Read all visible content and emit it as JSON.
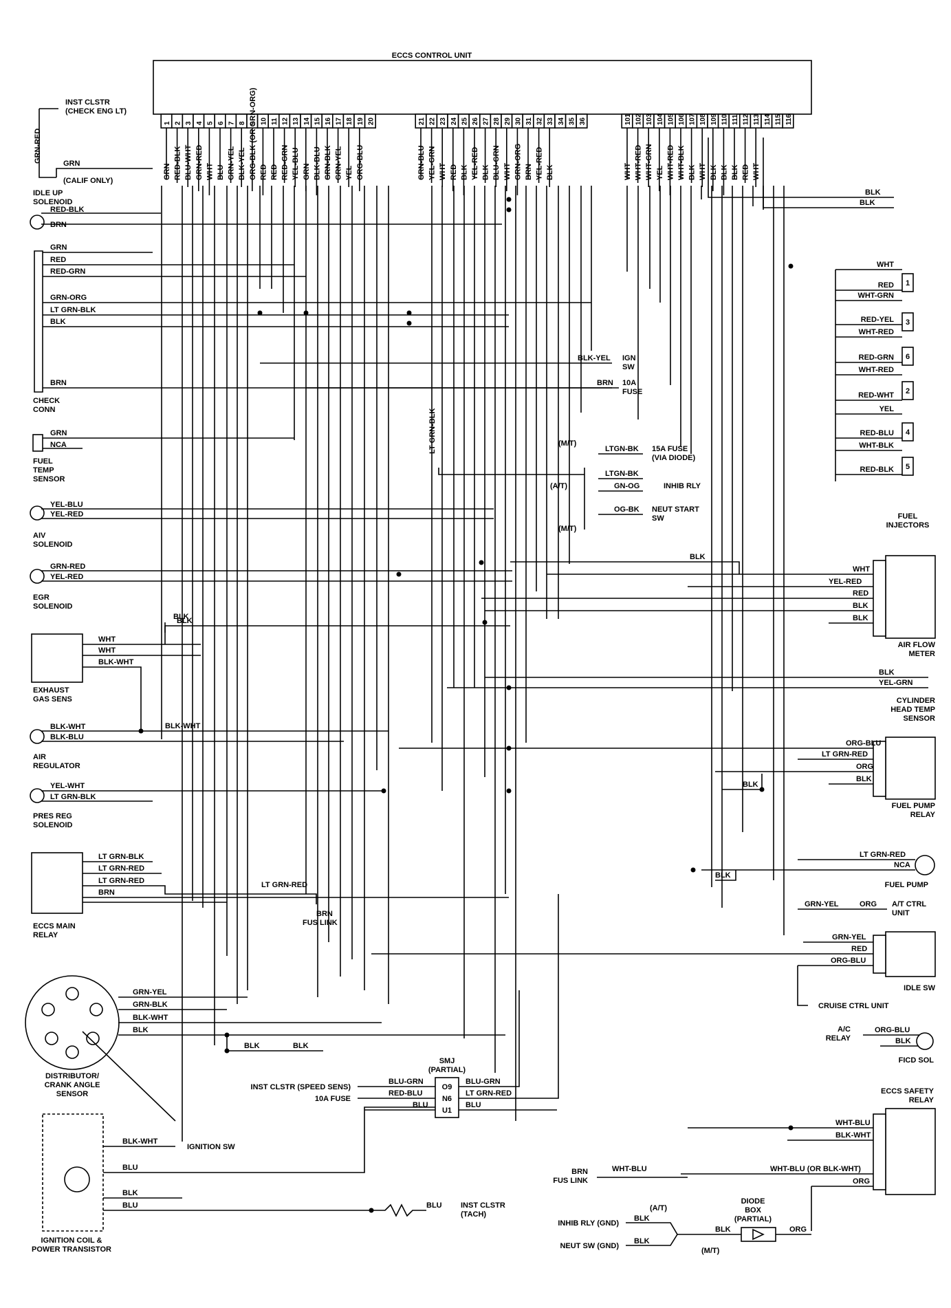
{
  "ecu": {
    "title": "ECCS CONTROL UNIT",
    "pins_left": [
      "1",
      "2",
      "3",
      "4",
      "5",
      "6",
      "7",
      "8",
      "9",
      "10",
      "11",
      "12",
      "13",
      "14",
      "15",
      "16",
      "17",
      "18",
      "19",
      "20"
    ],
    "pins_mid": [
      "21",
      "22",
      "23",
      "24",
      "25",
      "26",
      "27",
      "28",
      "29",
      "30",
      "31",
      "32",
      "33",
      "34",
      "35",
      "36"
    ],
    "pins_right": [
      "101",
      "102",
      "103",
      "104",
      "105",
      "106",
      "107",
      "108",
      "109",
      "110",
      "111",
      "112",
      "113",
      "114",
      "115",
      "116"
    ],
    "wires_left": [
      "GRN",
      "RED-BLK",
      "BLU-WHT",
      "GRN-RED",
      "WHT",
      "BLU",
      "GRN-YEL",
      "BLK-YEL",
      "ORG-BLK (OR GRN-ORG)",
      "RED",
      "RED",
      "RED-GRN",
      "YEL-BLU",
      "GRN",
      "BLK-BLU",
      "GRN-BLK",
      "GRN-YEL",
      "YEL",
      "ORG-BLU"
    ],
    "wires_mid": [
      "GRN-BLU",
      "YEL-GRN",
      "WHT",
      "RED",
      "BLK",
      "YEL-RED",
      "BLK",
      "BLU-GRN",
      "WHT",
      "GRN-ORG",
      "BRN",
      "YEL-RED",
      "BLK"
    ],
    "wires_right": [
      "WHT",
      "WHT-RED",
      "WHT-GRN",
      "YEL",
      "WHT-RED",
      "WHT-BLK",
      "BLK",
      "WHT",
      "BLK",
      "BLK",
      "BLK",
      "RED",
      "WHT"
    ]
  },
  "left_components": {
    "inst_clstr": [
      "INST CLSTR",
      "(CHECK ENG LT)"
    ],
    "inst_clstr_wires": [
      "GRN-RED",
      "GRN",
      "(CALIF ONLY)"
    ],
    "idle_up": [
      "IDLE UP",
      "SOLENOID"
    ],
    "idle_up_wires": [
      "RED-BLK",
      "BRN"
    ],
    "check_conn_wires": [
      "GRN",
      "RED",
      "RED-GRN",
      "GRN-ORG",
      "LT GRN-BLK",
      "BLK",
      "BRN"
    ],
    "check_conn": [
      "CHECK",
      "CONN"
    ],
    "fuel_temp_wires": [
      "GRN",
      "NCA"
    ],
    "fuel_temp": [
      "FUEL",
      "TEMP",
      "SENSOR"
    ],
    "aiv_wires": [
      "YEL-BLU",
      "YEL-RED"
    ],
    "aiv": [
      "AIV",
      "SOLENOID"
    ],
    "egr_wires": [
      "GRN-RED",
      "YEL-RED"
    ],
    "egr": [
      "EGR",
      "SOLENOID"
    ],
    "exhaust_wires": [
      "WHT",
      "WHT",
      "BLK-WHT",
      "BLK"
    ],
    "exhaust": [
      "EXHAUST",
      "GAS SENS"
    ],
    "air_reg_wires": [
      "BLK-WHT",
      "BLK-BLU",
      "BLK-WHT"
    ],
    "air_reg": [
      "AIR",
      "REGULATOR"
    ],
    "pres_reg_wires": [
      "YEL-WHT",
      "LT GRN-BLK"
    ],
    "pres_reg": [
      "PRES REG",
      "SOLENOID"
    ],
    "main_relay_wires": [
      "LT GRN-BLK",
      "LT GRN-RED",
      "LT GRN-RED",
      "BRN",
      "LT GRN-RED"
    ],
    "brn_fus_link": [
      "BRN",
      "FUS LINK"
    ],
    "main_relay": [
      "ECCS MAIN",
      "RELAY"
    ],
    "distributor_wires": [
      "GRN-YEL",
      "GRN-BLK",
      "BLK-WHT",
      "BLK",
      "BLK",
      "BLK"
    ],
    "distributor": [
      "DISTRIBUTOR/",
      "CRANK ANGLE",
      "SENSOR"
    ],
    "coil_wires": [
      "BLK-WHT",
      "IGNITION SW",
      "BLU",
      "BLK",
      "BLU",
      "BLU"
    ],
    "coil": [
      "IGNITION COIL &",
      "POWER TRANSISTOR"
    ],
    "tach": [
      "INST CLSTR",
      "(TACH)"
    ]
  },
  "middle": {
    "ign_sw": {
      "wire": "BLK-YEL",
      "label": [
        "IGN",
        "SW"
      ]
    },
    "fuse10": {
      "wire": "BRN",
      "label": [
        "10A",
        "FUSE"
      ]
    },
    "lt_grn_blk": "LT GRN-BLK",
    "inhib": {
      "mt1": "(M/T)",
      "at": "(A/T)",
      "mt2": "(M/T)",
      "w1": "LTGN-BK",
      "w2": "LTGN-BK",
      "w3": "GN-OG",
      "w4": "OG-BK",
      "l1": [
        "15A FUSE",
        "(VIA DIODE)"
      ],
      "l2": "INHIB RLY",
      "l3": [
        "NEUT START",
        "SW"
      ]
    },
    "blk_labels": [
      "BLK",
      "BLK",
      "BLK"
    ],
    "smj": {
      "title": [
        "SMJ",
        "(PARTIAL)"
      ],
      "pins": [
        "O9",
        "N6",
        "U1"
      ],
      "left_labels": [
        "INST CLSTR (SPEED SENS)",
        "10A FUSE"
      ],
      "left_wires": [
        "BLU-GRN",
        "RED-BLU",
        "BLU"
      ],
      "right_wires": [
        "BLU-GRN",
        "LT GRN-RED",
        "BLU"
      ]
    }
  },
  "right_components": {
    "blk_ground": [
      "BLK",
      "BLK"
    ],
    "injector_wires": [
      "WHT",
      "RED",
      "WHT-GRN",
      "RED-YEL",
      "WHT-RED",
      "RED-GRN",
      "WHT-RED",
      "RED-WHT",
      "YEL",
      "RED-BLU",
      "WHT-BLK",
      "RED-BLK"
    ],
    "injector_nums": [
      "1",
      "3",
      "6",
      "2",
      "4",
      "5"
    ],
    "injectors": [
      "FUEL",
      "INJECTORS"
    ],
    "afm_wires": [
      "WHT",
      "YEL-RED",
      "RED",
      "BLK",
      "BLK",
      "BLK"
    ],
    "afm": [
      "AIR FLOW",
      "METER"
    ],
    "cht_wires": [
      "BLK",
      "YEL-GRN"
    ],
    "cht": [
      "CYLINDER",
      "HEAD TEMP",
      "SENSOR"
    ],
    "fpr_wires": [
      "ORG-BLU",
      "LT GRN-RED",
      "ORG",
      "BLK",
      "BLK"
    ],
    "fpr": [
      "FUEL PUMP",
      "RELAY"
    ],
    "fp_wires": [
      "LT GRN-RED",
      "NCA",
      "BLK"
    ],
    "fp": "FUEL PUMP",
    "at_wires": [
      "GRN-YEL",
      "ORG"
    ],
    "at": [
      "A/T CTRL",
      "UNIT"
    ],
    "idle_wires": [
      "GRN-YEL",
      "RED",
      "ORG-BLU"
    ],
    "idle": "IDLE SW",
    "cruise": "CRUISE CTRL UNIT",
    "ac_relay": [
      "A/C",
      "RELAY"
    ],
    "ficd_wires": [
      "ORG-BLU",
      "BLK"
    ],
    "ficd": "FICD SOL",
    "safety": [
      "ECCS SAFETY",
      "RELAY"
    ],
    "safety_wires": [
      "WHT-BLU",
      "BLK-WHT",
      "WHT-BLU (OR BLK-WHT)",
      "ORG"
    ],
    "brn_fus": [
      "BRN",
      "FUS LINK"
    ],
    "brn_fus_wire": "WHT-BLU",
    "diode": [
      "DIODE",
      "BOX",
      "(PARTIAL)"
    ],
    "diode_wires": [
      "(A/T)",
      "BLK",
      "BLK",
      "BLK",
      "ORG",
      "(M/T)"
    ],
    "inhib_gnd": "INHIB RLY (GND)",
    "neut_gnd": "NEUT SW (GND)"
  }
}
